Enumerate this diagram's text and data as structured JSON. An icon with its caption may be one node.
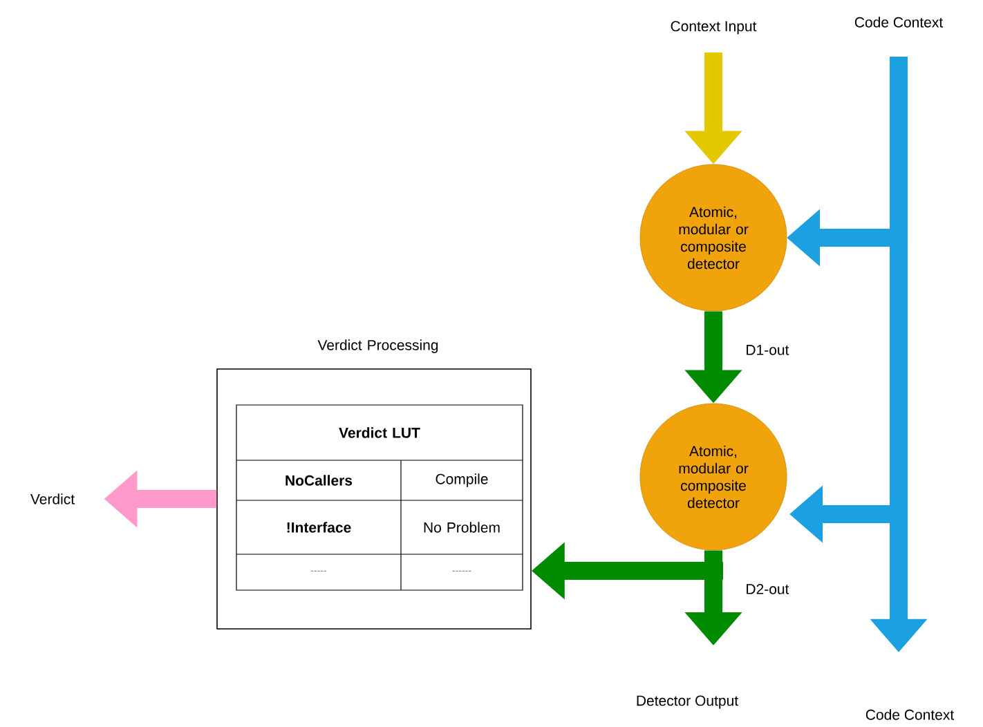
{
  "diagram": {
    "nodes": [
      {
        "text": [
          "Context Input"
        ]
      },
      {
        "text": [
          "Code Context"
        ]
      },
      {
        "text": [
          "Atomic, modular or composite detector"
        ]
      },
      {
        "text": [
          "Atomic, modular or composite detector"
        ]
      },
      {
        "text": [
          "Verdict Processing"
        ]
      },
      {
        "text": [
          "Verdict"
        ]
      },
      {
        "text": [
          "Detector Output"
        ]
      },
      {
        "text": [
          "Code Context"
        ]
      }
    ],
    "edges": [
      {
        "from": 0,
        "to": 2,
        "arrow": "to",
        "color": "#e3c800"
      },
      {
        "from": 2,
        "to": 3,
        "label": "D1-out",
        "arrow": "to",
        "color": "#008a00"
      },
      {
        "from": 3,
        "to": 6,
        "label": "D2-out",
        "arrow": "to",
        "color": "#008a00"
      },
      {
        "from": 3,
        "to": 4,
        "arrow": "to",
        "color": "#008a00"
      },
      {
        "from": 4,
        "to": 5,
        "arrow": "to",
        "color": "#ff99cc"
      },
      {
        "from": 1,
        "to": 7,
        "arrow": "to",
        "color": "#1ba1e2"
      },
      {
        "from": 1,
        "to": 2,
        "arrow": "to",
        "color": "#1ba1e2"
      },
      {
        "from": 1,
        "to": 3,
        "arrow": "to",
        "color": "#1ba1e2"
      }
    ],
    "labels": [
      "Verdict LUT",
      "NoCallers",
      "Compile",
      "!Interface",
      "No Problem",
      "-----",
      "------"
    ]
  }
}
